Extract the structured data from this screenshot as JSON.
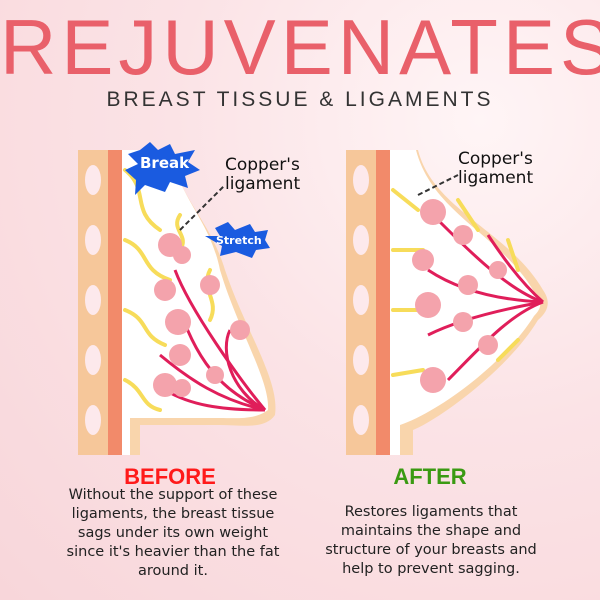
{
  "header": {
    "title": "REJUVENATES",
    "subtitle": "BREAST TISSUE & LIGAMENTS"
  },
  "before": {
    "heading": "BEFORE",
    "heading_color": "#ff1a1a",
    "ligament_label": "Copper's\nligament",
    "ligament_label_line1": "Copper's",
    "ligament_label_line2": "ligament",
    "break_badge": "Break",
    "stretch_badge": "Stretch",
    "description": "Without the support of these ligaments, the breast tissue sags under its own weight since it's heavier than the fat around it."
  },
  "after": {
    "heading": "AFTER",
    "heading_color": "#3a9a12",
    "ligament_label_line1": "Copper's",
    "ligament_label_line2": "ligament",
    "description": "Restores ligaments that maintains the shape and structure of your breasts and help to prevent sagging."
  }
}
